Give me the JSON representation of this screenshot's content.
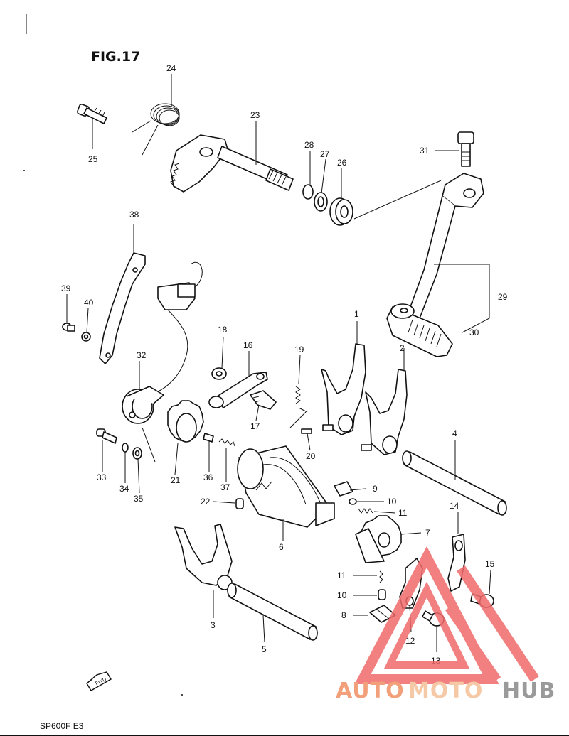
{
  "figure": {
    "title": "FIG.17",
    "model": "SP600F  E3",
    "fwd_label": "FWD"
  },
  "callouts": {
    "c1": "1",
    "c2": "2",
    "c3": "3",
    "c4": "4",
    "c5": "5",
    "c6": "6",
    "c7": "7",
    "c8": "8",
    "c9": "9",
    "c10a": "10",
    "c10b": "10",
    "c11a": "11",
    "c11b": "11",
    "c12": "12",
    "c13": "13",
    "c14": "14",
    "c15": "15",
    "c16": "16",
    "c17": "17",
    "c18": "18",
    "c19": "19",
    "c20": "20",
    "c21": "21",
    "c22": "22",
    "c23": "23",
    "c24": "24",
    "c25": "25",
    "c26": "26",
    "c27": "27",
    "c28": "28",
    "c29": "29",
    "c30": "30",
    "c31": "31",
    "c32": "32",
    "c33": "33",
    "c34": "34",
    "c35": "35",
    "c36": "36",
    "c37": "37",
    "c38": "38",
    "c39": "39",
    "c40": "40"
  },
  "watermark": {
    "part_auto": "AUTO",
    "part_moto": "MOTO",
    "part_hub": "HUB",
    "color_primary": "#f2a07a",
    "color_secondary": "#f5c9a6",
    "color_dark": "#9a9a9a",
    "logo_color": "#f06a6a"
  }
}
